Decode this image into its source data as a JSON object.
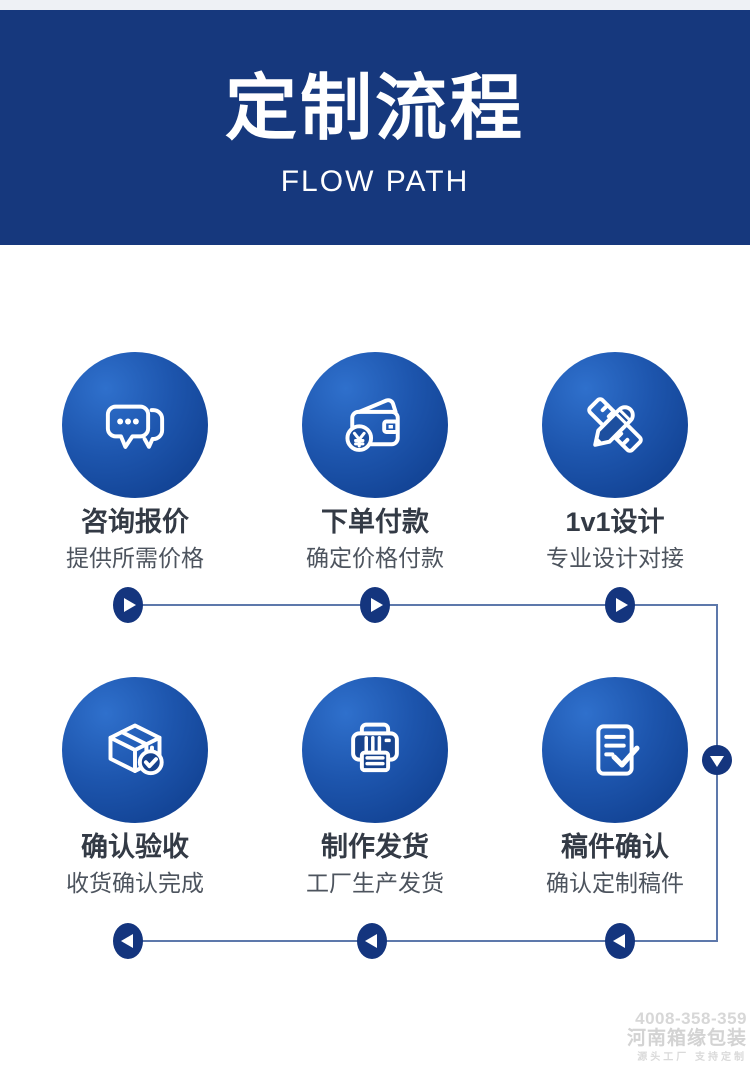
{
  "header": {
    "title": "定制流程",
    "subtitle": "FLOW PATH"
  },
  "steps": [
    {
      "icon": "chat-icon",
      "title": "咨询报价",
      "desc": "提供所需价格"
    },
    {
      "icon": "wallet-icon",
      "title": "下单付款",
      "desc": "确定价格付款"
    },
    {
      "icon": "ruler-pencil-icon",
      "title": "1v1设计",
      "desc": "专业设计对接"
    },
    {
      "icon": "box-check-icon",
      "title": "确认验收",
      "desc": "收货确认完成"
    },
    {
      "icon": "printer-icon",
      "title": "制作发货",
      "desc": "工厂生产发货"
    },
    {
      "icon": "document-check-icon",
      "title": "稿件确认",
      "desc": "确认定制稿件"
    }
  ],
  "watermark": {
    "phone": "4008-358-359",
    "company": "河南箱缘包装",
    "tagline": "源头工厂 支持定制"
  },
  "colors": {
    "banner": "#16387d",
    "circle_gradient_start": "#2f70cc",
    "circle_gradient_end": "#0d3a88",
    "arrow_marker": "#14357e",
    "connector_line": "#5d78ab",
    "step_title_text": "#333a45",
    "step_desc_text": "#4d545e",
    "watermark_text": "#d7d7d7"
  }
}
